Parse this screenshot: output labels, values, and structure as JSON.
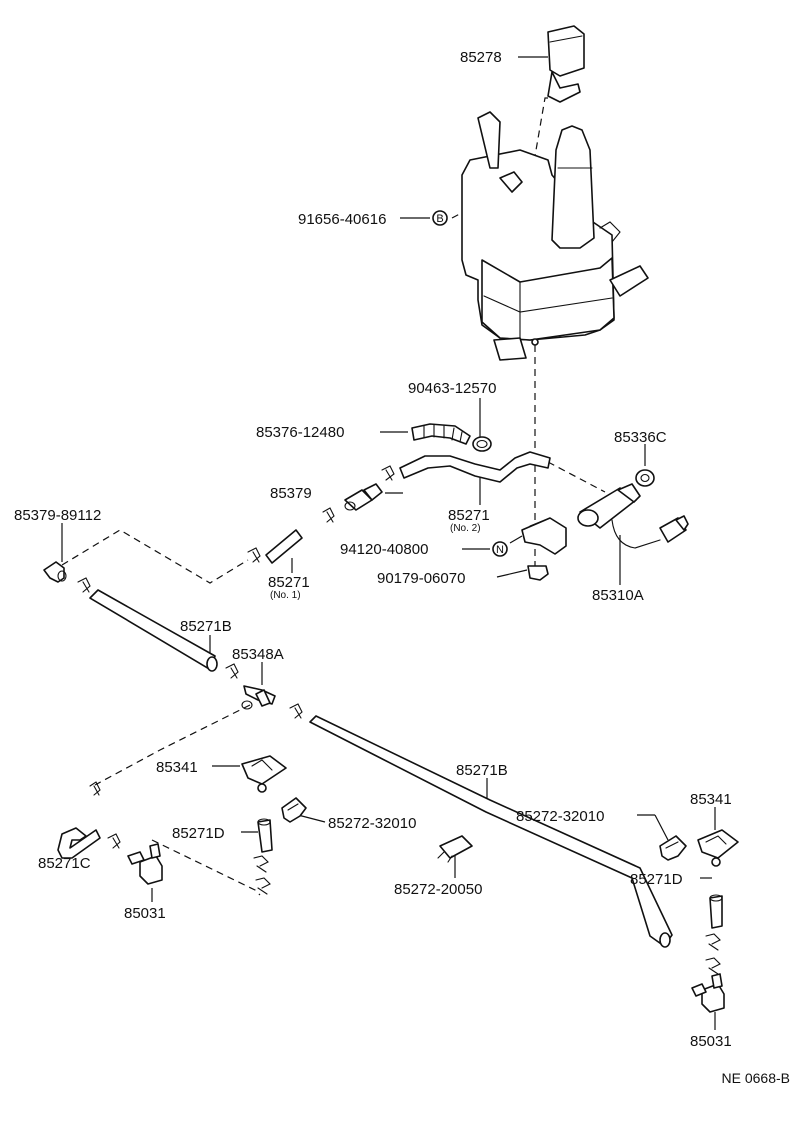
{
  "diagram": {
    "reference_code": "NE 0668-B",
    "parts": {
      "p85278": "85278",
      "p91656": "91656-40616",
      "p90463": "90463-12570",
      "p85376": "85376-12480",
      "p85336c": "85336C",
      "p85379": "85379",
      "p85271_no2": "85271",
      "p85271_no2_sub": "(No. 2)",
      "p85379_89112": "85379-89112",
      "p94120": "94120-40800",
      "p90179": "90179-06070",
      "p85271_no1": "85271",
      "p85271_no1_sub": "(No. 1)",
      "p85310a": "85310A",
      "p85271b_upper": "85271B",
      "p85348a": "85348A",
      "p85341_left": "85341",
      "p85271b_lower": "85271B",
      "p85272_32010_left": "85272-32010",
      "p85271d_left": "85271D",
      "p85271c": "85271C",
      "p85031_left": "85031",
      "p85272_32010_right": "85272-32010",
      "p85341_right": "85341",
      "p85272_20050": "85272-20050",
      "p85271d_right": "85271D",
      "p85031_right": "85031"
    },
    "symbols": {
      "bolt": "B",
      "nut": "N"
    }
  }
}
